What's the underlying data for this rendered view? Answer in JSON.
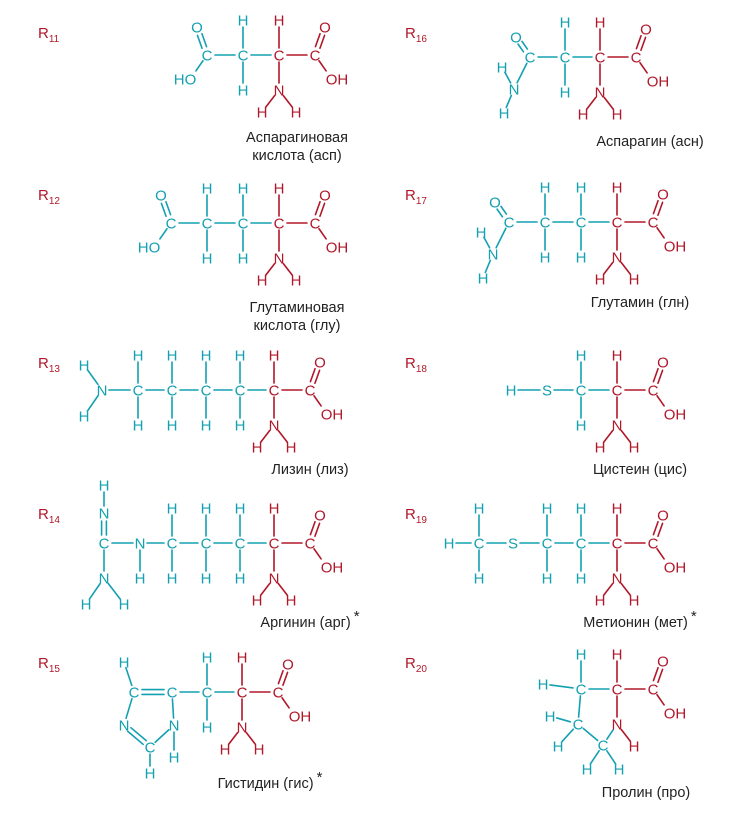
{
  "colors": {
    "side_chain": "#13a0b0",
    "backbone": "#b0182a",
    "label": "#222222"
  },
  "panels": [
    {
      "id": "R11",
      "r_number": "R",
      "r_subscript": "11",
      "name_lines": [
        "Аспарагиновая",
        "кислота (асп)"
      ],
      "star": ""
    },
    {
      "id": "R16",
      "r_number": "R",
      "r_subscript": "16",
      "name_lines": [
        "Аспарагин (асн)"
      ],
      "star": ""
    },
    {
      "id": "R12",
      "r_number": "R",
      "r_subscript": "12",
      "name_lines": [
        "Глутаминовая",
        "кислота (глу)"
      ],
      "star": ""
    },
    {
      "id": "R17",
      "r_number": "R",
      "r_subscript": "17",
      "name_lines": [
        "Глутамин (глн)"
      ],
      "star": ""
    },
    {
      "id": "R13",
      "r_number": "R",
      "r_subscript": "13",
      "name_lines": [
        "Лизин (лиз)"
      ],
      "star": ""
    },
    {
      "id": "R18",
      "r_number": "R",
      "r_subscript": "18",
      "name_lines": [
        "Цистеин (цис)"
      ],
      "star": ""
    },
    {
      "id": "R14",
      "r_number": "R",
      "r_subscript": "14",
      "name_lines": [
        "Аргинин (арг)"
      ],
      "star": "*"
    },
    {
      "id": "R19",
      "r_number": "R",
      "r_subscript": "19",
      "name_lines": [
        "Метионин (мет)"
      ],
      "star": "*"
    },
    {
      "id": "R15",
      "r_number": "R",
      "r_subscript": "15",
      "name_lines": [
        "Гистидин (гис)"
      ],
      "star": "*"
    },
    {
      "id": "R20",
      "r_number": "R",
      "r_subscript": "20",
      "name_lines": [
        "Пролин (про)"
      ],
      "star": ""
    }
  ],
  "atom_symbols": {
    "carbon": "C",
    "hydrogen": "H",
    "nitrogen": "N",
    "oxygen": "O",
    "sulfur": "S",
    "hydroxyl_left": "HO",
    "hydroxyl_right": "OH"
  }
}
